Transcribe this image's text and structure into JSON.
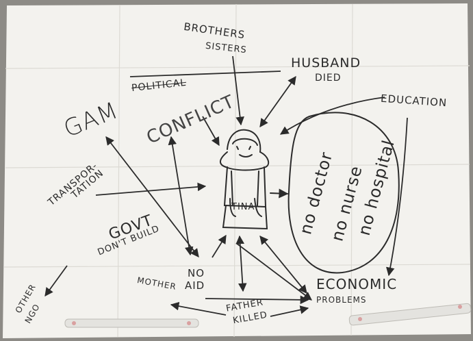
{
  "scene": {
    "paper_color": "#f3f2ee",
    "ink_color": "#2b2b2b",
    "background_color": "#8d8b86"
  },
  "labels": {
    "brothers": "BROTHERS",
    "sisters": "SISTERS",
    "husband": "HUSBAND",
    "died": "DIED",
    "political": "POLITICAL",
    "gam": "GAM",
    "conflict": "CONFLICT",
    "education": "EDUCATION",
    "transportation_1": "TRANSPOR-",
    "transportation_2": "TATION",
    "govt": "GOVT",
    "dont_build": "DON'T BUILD",
    "tina": "TINA",
    "no_doctor": "no doctor",
    "no_nurse": "no nurse",
    "no_hospital": "no hospital",
    "no": "NO",
    "aid": "AID",
    "mother": "MOTHER",
    "economic": "ECONOMIC",
    "problems": "PROBLEMS",
    "father_killed_1": "FATHER",
    "father_killed_2": "KILLED",
    "other_ngo_1": "OTHER",
    "other_ngo_2": "NGO"
  }
}
